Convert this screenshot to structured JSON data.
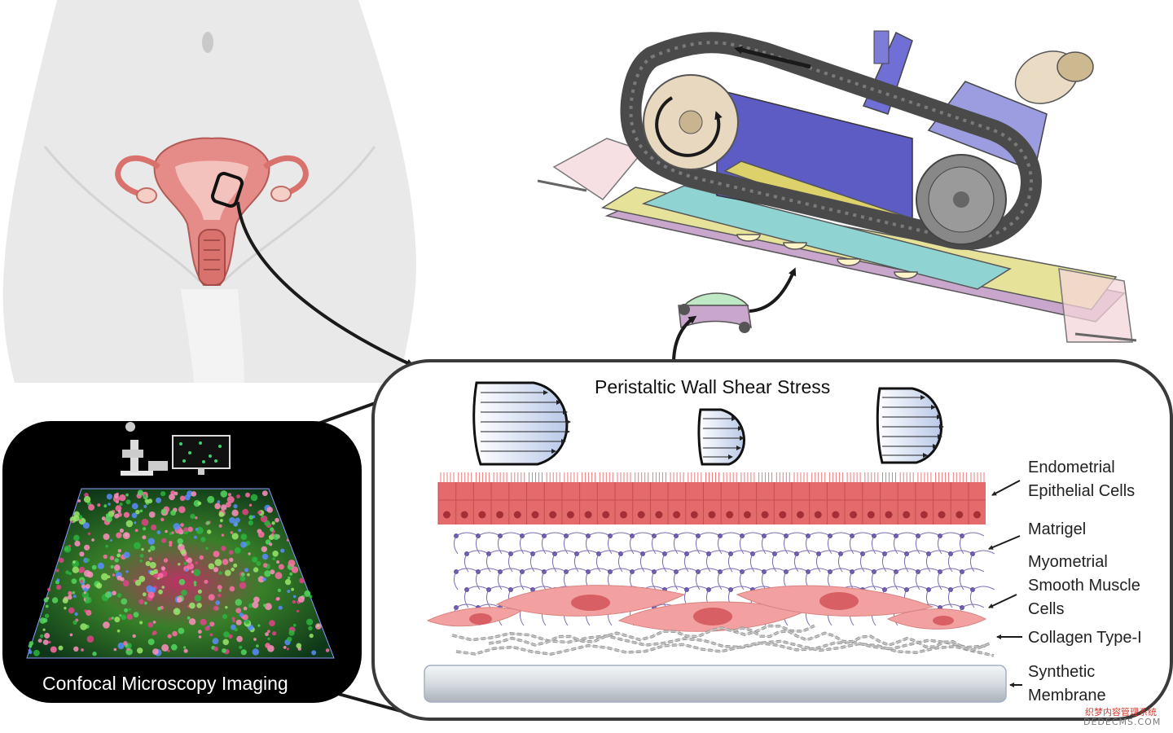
{
  "diagram": {
    "panel_title": "Peristaltic Wall Shear Stress",
    "layers": [
      {
        "id": "epithelial",
        "label_lines": [
          "Endometrial",
          "Epithelial Cells"
        ]
      },
      {
        "id": "matrigel",
        "label_lines": [
          "Matrigel"
        ]
      },
      {
        "id": "smooth_muscle",
        "label_lines": [
          "Myometrial",
          "Smooth Muscle",
          "Cells"
        ]
      },
      {
        "id": "collagen",
        "label_lines": [
          "Collagen Type-I"
        ]
      },
      {
        "id": "membrane",
        "label_lines": [
          "Synthetic",
          "Membrane"
        ]
      }
    ],
    "imaging_label": "Confocal Microscopy Imaging",
    "colors": {
      "epithelium": "#e46a6c",
      "smooth_muscle": "#f2a1a0",
      "matrigel": "#6a56a8",
      "collagen": "#9a9a9a",
      "membrane": "#cfd5dc",
      "device_cassette": "#8fd3d3",
      "device_motor_mount": "#6f6fd6",
      "device_rail": "#e6e29a",
      "device_base": "#c9a7cc"
    }
  },
  "watermark": {
    "line1": "织梦内容管理系统",
    "line2": "DEDECMS.COM"
  }
}
